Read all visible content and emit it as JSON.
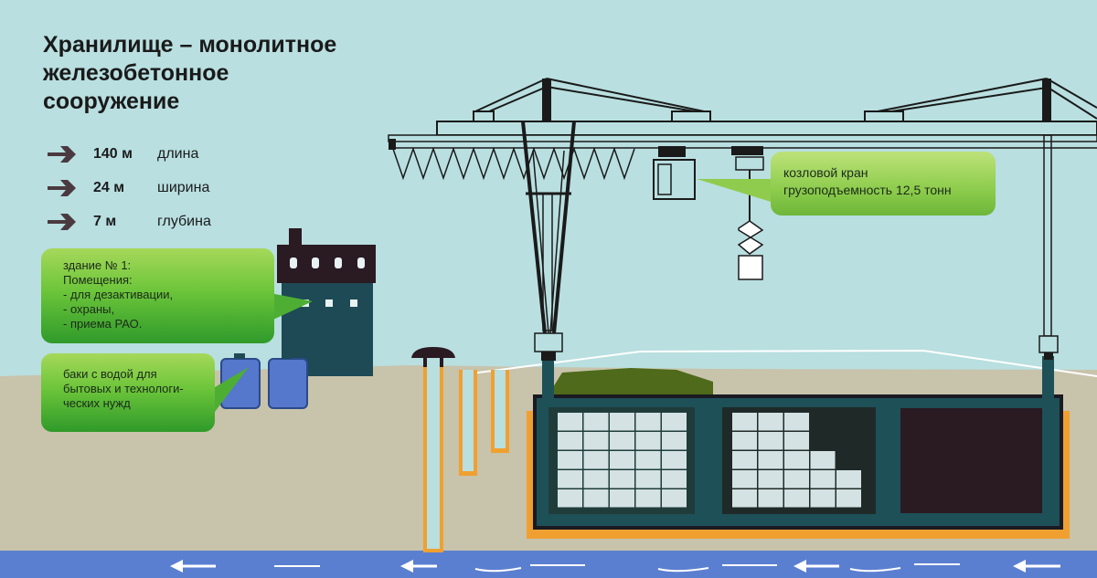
{
  "title": "Хранилище – монолитное железобетонное сооружение",
  "title_lines": [
    "Хранилище – монолитное",
    "железобетонное",
    "сооружение"
  ],
  "dimensions": [
    {
      "value": "140 м",
      "label": "длина"
    },
    {
      "value": "24 м",
      "label": "ширина"
    },
    {
      "value": "7 м",
      "label": "глубина"
    }
  ],
  "callouts": {
    "building": [
      "здание № 1:",
      "Помещения:",
      "- для дезактивации,",
      "- охраны,",
      "- приема РАО."
    ],
    "tanks": [
      "баки с водой для",
      "бытовых и технологи-",
      "ческих нужд"
    ],
    "crane": [
      "козловой кран",
      "грузоподъемность 12,5 тонн"
    ]
  },
  "colors": {
    "sky": "#b9dfe0",
    "ground": "#c8c3ab",
    "water": "#5b7fd0",
    "structure": "#1d4d55",
    "insulation": "#f0a030",
    "callout_green": "#6cc53a"
  }
}
